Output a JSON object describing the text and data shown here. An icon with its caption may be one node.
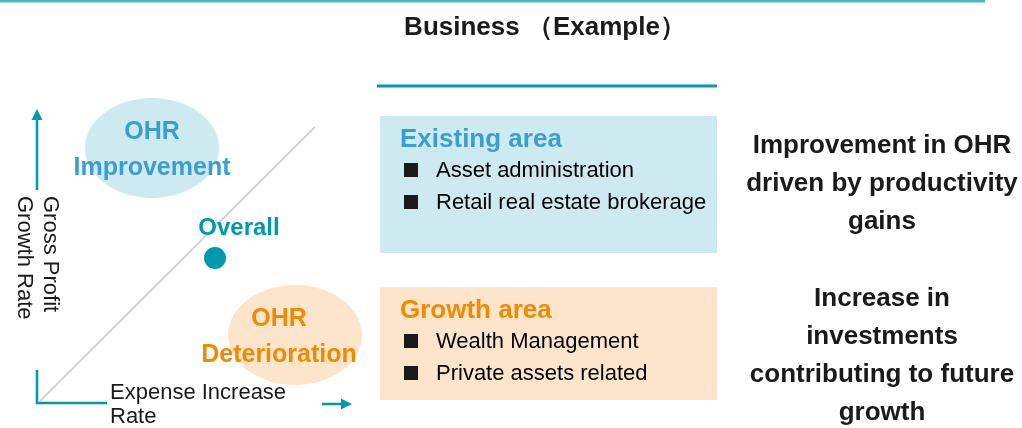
{
  "diagram": {
    "nodes": [
      {
        "text": [
          "OHR Improvement"
        ]
      },
      {
        "text": [
          "OHR Deterioration"
        ]
      },
      {
        "text": [
          "Existing area",
          "Asset administration",
          "Retail real estate brokerage"
        ]
      },
      {
        "text": [
          "Growth area",
          "Wealth Management",
          "Private assets related"
        ]
      }
    ],
    "edges": [],
    "labels": [
      "Business （Example）",
      "Gross Profit Growth Rate",
      "Overall",
      "Expense Increase Rate",
      "Improvement in OHR driven by productivity gains",
      "Increase in investments contributing to future growth"
    ]
  }
}
